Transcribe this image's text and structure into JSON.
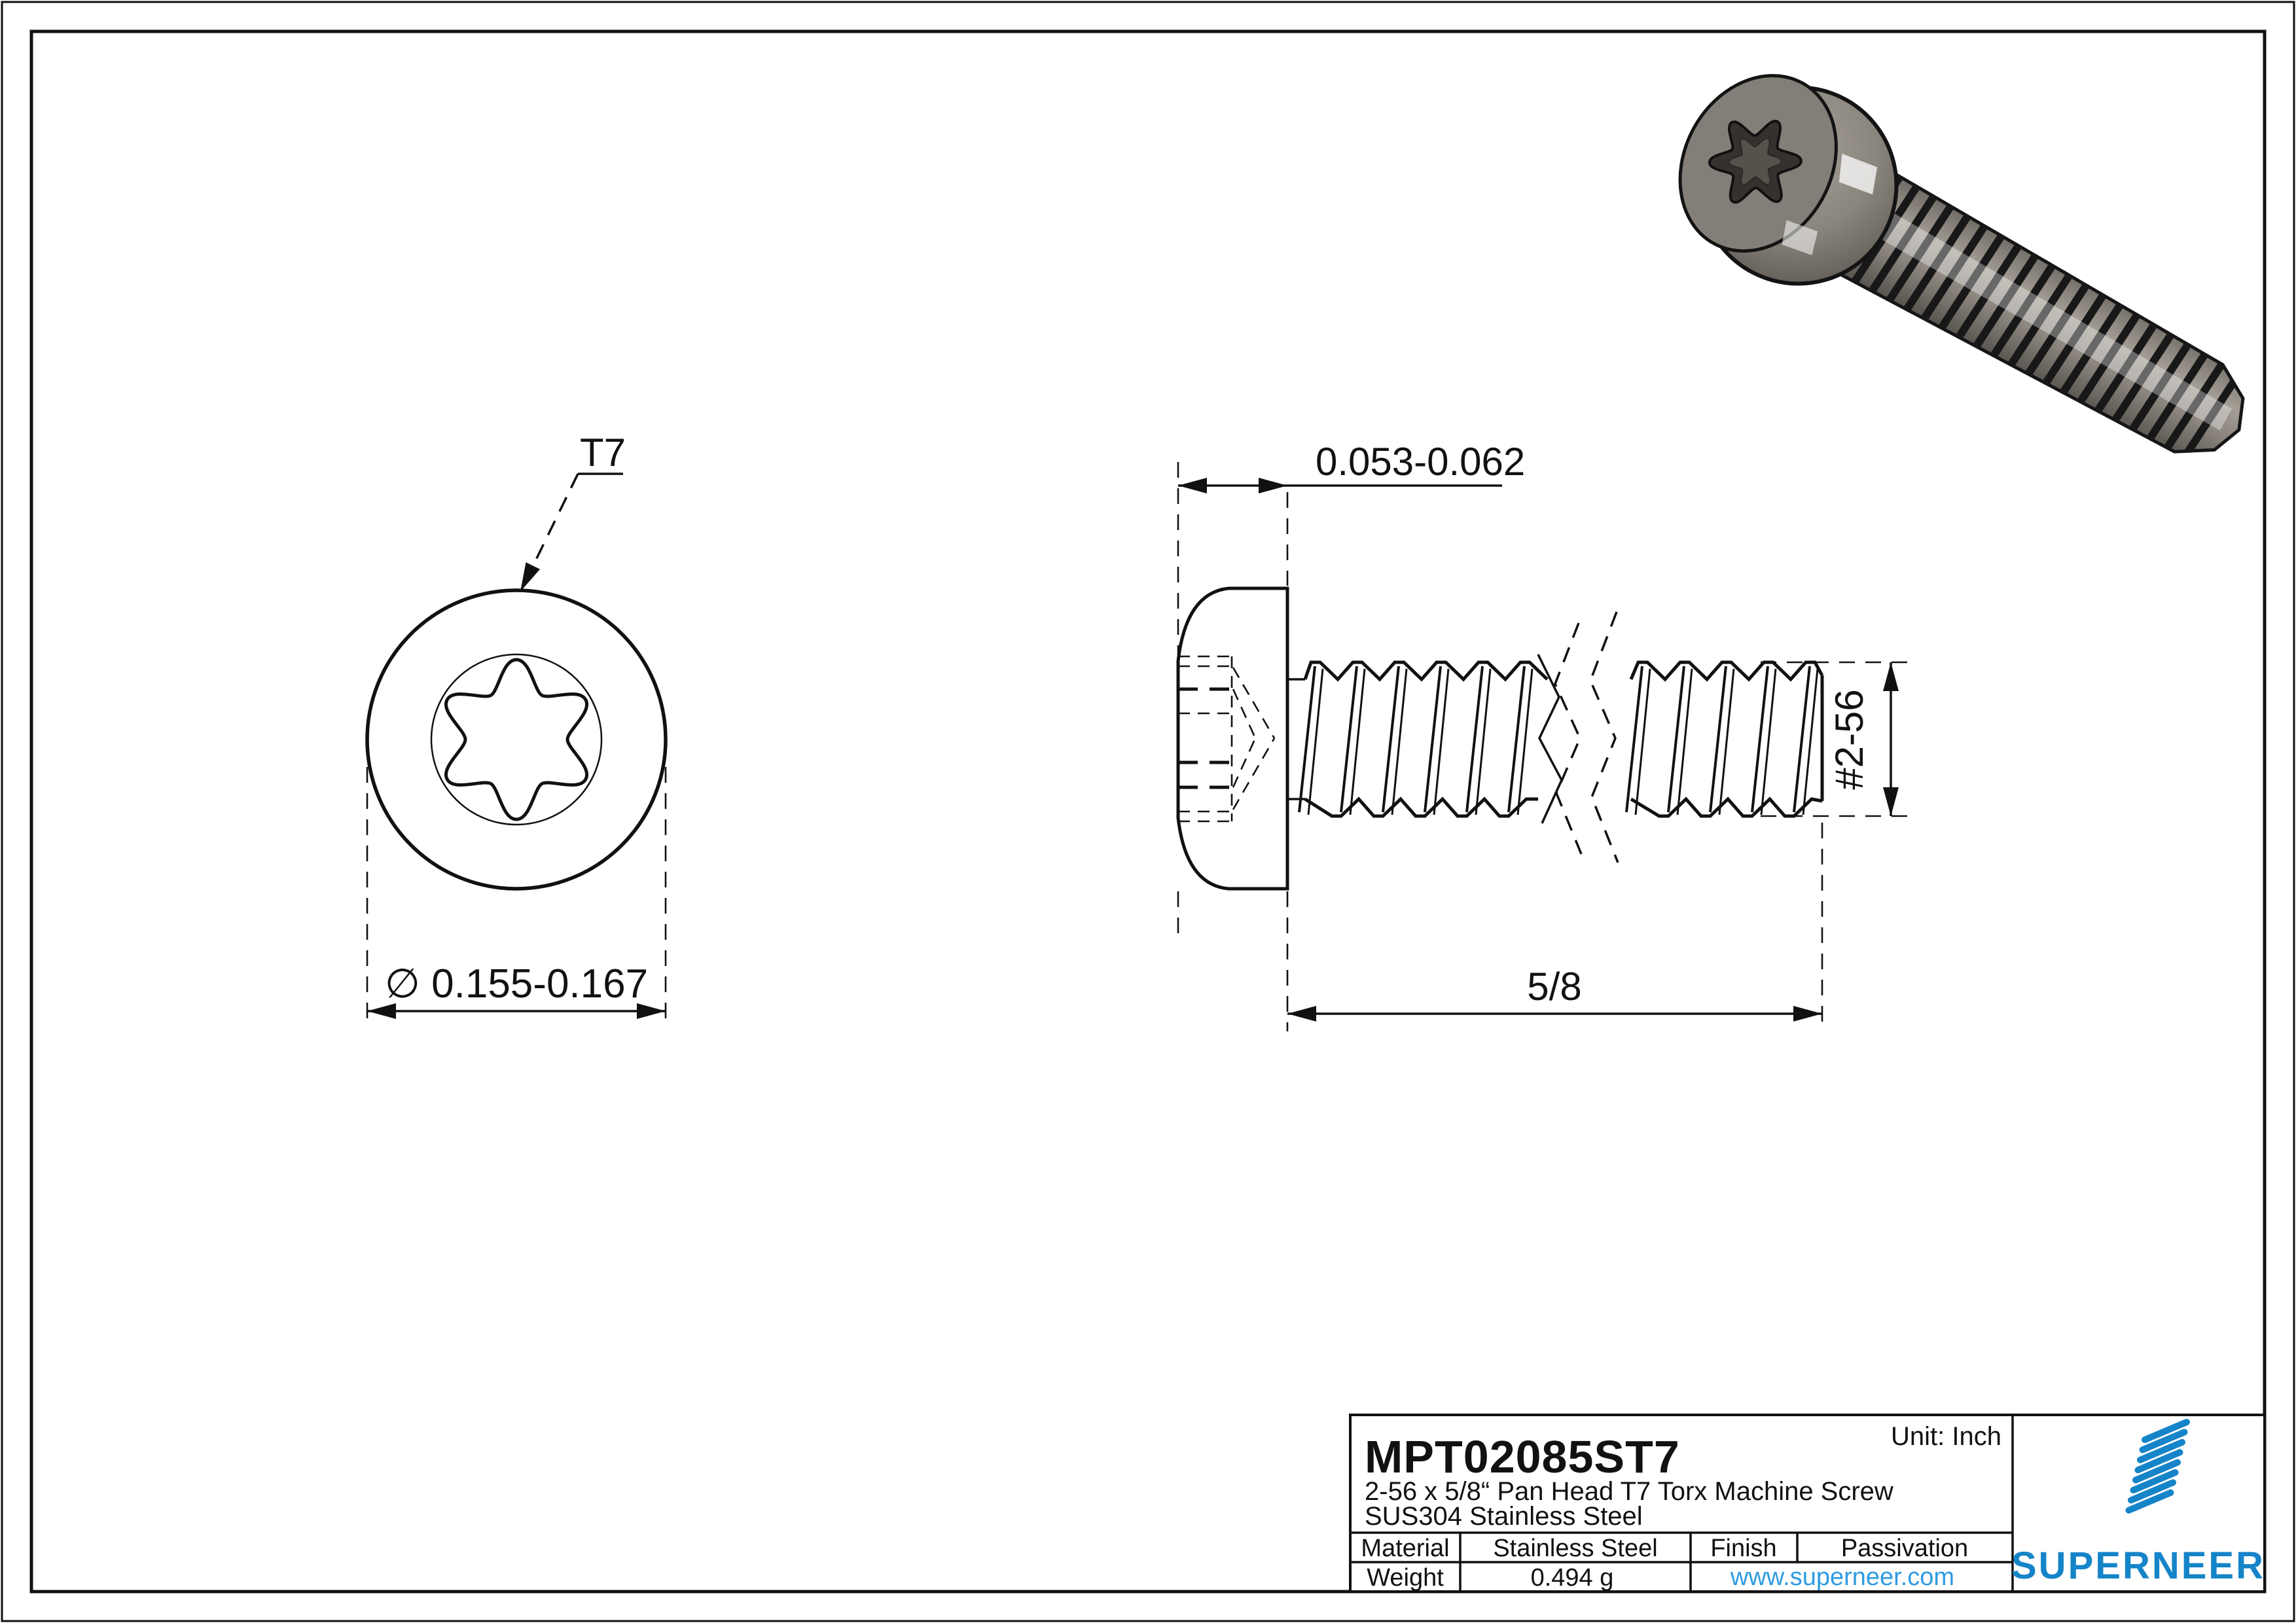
{
  "front_view": {
    "callout": "T7",
    "diameter_label": "∅ 0.155-0.167"
  },
  "side_view": {
    "head_height_label": "0.053-0.062",
    "thread_label": "#2-56",
    "length_label": "5/8"
  },
  "title_block": {
    "part_number": "MPT02085ST7",
    "unit": "Unit: Inch",
    "description_line1": "2-56 x 5/8“ Pan Head T7 Torx Machine Screw",
    "description_line2": "SUS304 Stainless Steel",
    "table": {
      "material_label": "Material",
      "material_value": "Stainless Steel",
      "finish_label": "Finish",
      "finish_value": "Passivation",
      "weight_label": "Weight",
      "weight_value": "0.494 g",
      "website": "www.superneer.com"
    },
    "brand": {
      "name": "SUPERNEER",
      "logo_color": "#1584c8",
      "link_color": "#2e9be2"
    }
  }
}
